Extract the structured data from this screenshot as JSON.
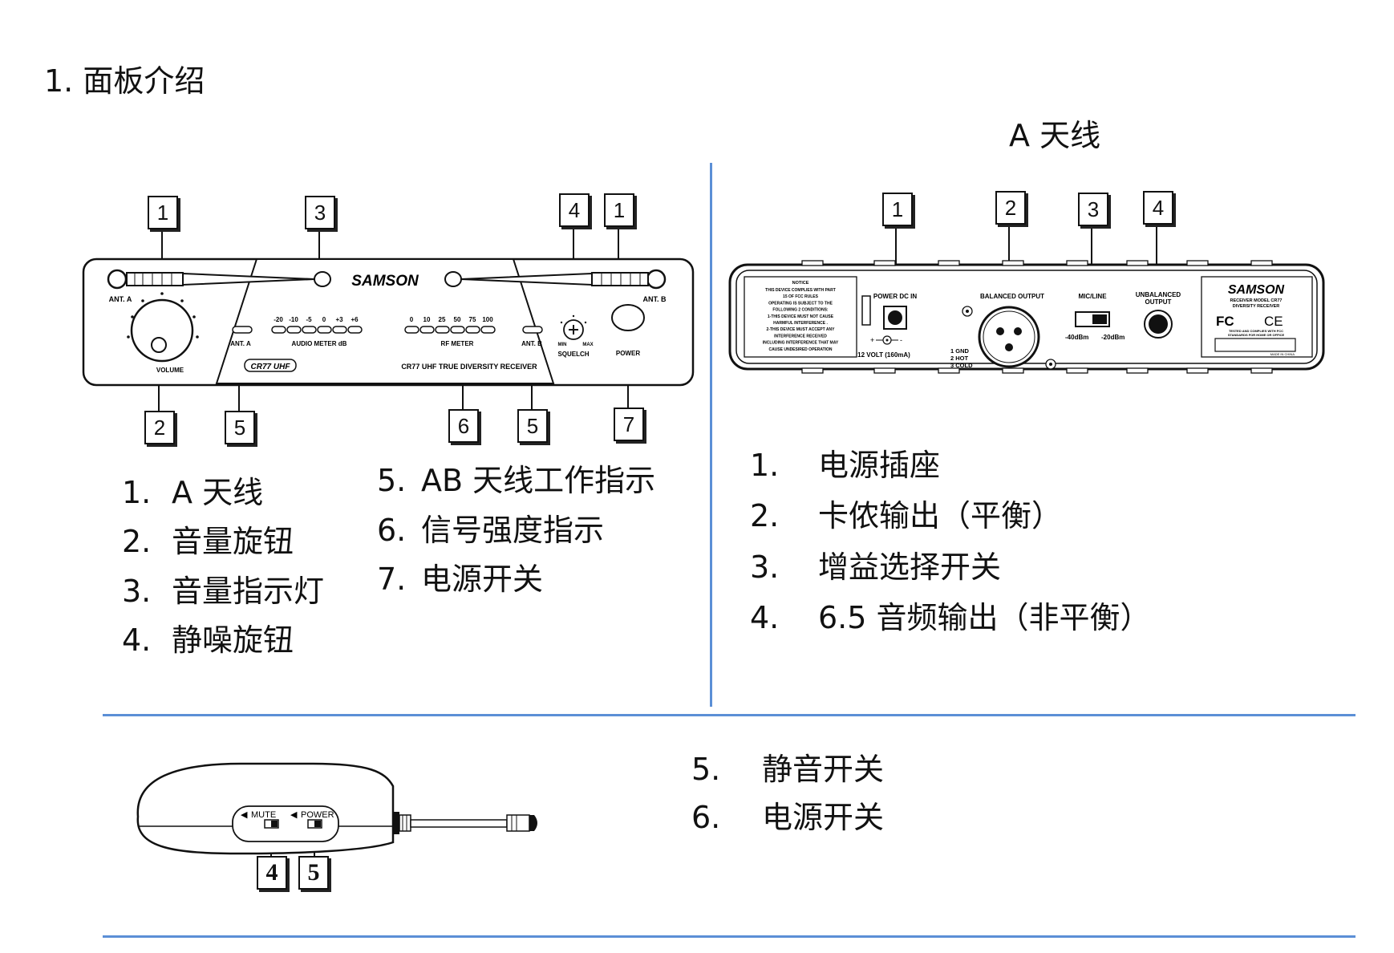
{
  "section_heading": "1. 面板介绍",
  "rear_heading": "A 天线",
  "front_panel": {
    "brand": "SAMSON",
    "ant_a": "ANT. A",
    "ant_b": "ANT. B",
    "volume": "VOLUME",
    "audio_scale": [
      "-20",
      "-10",
      "-5",
      "0",
      "+3",
      "+6"
    ],
    "audio_meter": "AUDIO METER dB",
    "rf_scale": [
      "0",
      "10",
      "25",
      "50",
      "75",
      "100"
    ],
    "rf_meter": "RF METER",
    "squelch": "SQUELCH",
    "min": "MIN",
    "max": "MAX",
    "power": "POWER",
    "model_logo": "CR77 UHF",
    "model_text": "CR77 UHF TRUE DIVERSITY RECEIVER",
    "callouts": [
      "1",
      "3",
      "4",
      "1",
      "2",
      "5",
      "6",
      "5",
      "7"
    ]
  },
  "rear_panel": {
    "notice_title": "NOTICE",
    "notice_lines": [
      "THIS DEVICE COMPLIES WITH PART",
      "15 OF FCC RULES",
      "OPERATING IS SUBJECT TO THE",
      "FOLLOWING 2 CONDITIONS:",
      "1-THIS DEVICE MUST NOT CAUSE",
      "HARMFUL INTERFERENCE .",
      "2-THIS DEVICE MUST ACCEPT ANY",
      "INTERFERENCE RECEIVED",
      "INCLUDING INTERFERENCE THAT MAY",
      "CAUSE UNDESIRED OPERATION"
    ],
    "power_dc_in": "POWER DC IN",
    "volt": "12 VOLT (160mA)",
    "balanced_output": "BALANCED OUTPUT",
    "pins": [
      "1 GND",
      "2 HOT",
      "3 COLD"
    ],
    "mic_line": "MIC/LINE",
    "gain_low": "-40dBm",
    "gain_high": "-20dBm",
    "unbalanced_output": [
      "UNBALANCED",
      "OUTPUT"
    ],
    "brand": "SAMSON",
    "model": [
      "RECEIVER MODEL CR77",
      "DIVERSITY RECEIVER"
    ],
    "fcc": "FC",
    "ce": "CE",
    "tested": [
      "TESTED AND COMPLIES WITH FCC",
      "STANDARDS FOR HOME OR OFFICE"
    ],
    "made_in": "MADE IN CHINA",
    "callouts": [
      "1",
      "2",
      "3",
      "4"
    ]
  },
  "transmitter": {
    "mute": "MUTE",
    "power": "POWER",
    "callouts": [
      "4",
      "5"
    ]
  },
  "front_list_left": [
    {
      "num": "1.",
      "text": "A 天线"
    },
    {
      "num": "2.",
      "text": "音量旋钮"
    },
    {
      "num": "3.",
      "text": "音量指示灯"
    },
    {
      "num": "4.",
      "text": "静噪旋钮"
    }
  ],
  "front_list_right": [
    {
      "num": "5.",
      "text": "AB 天线工作指示"
    },
    {
      "num": "6.",
      "text": "信号强度指示"
    },
    {
      "num": "7.",
      "text": "电源开关"
    }
  ],
  "rear_list": [
    {
      "num": "1.",
      "text": "电源插座"
    },
    {
      "num": "2.",
      "text": "卡侬输出（平衡）"
    },
    {
      "num": "3.",
      "text": "增益选择开关"
    },
    {
      "num": "4.",
      "text": "6.5 音频输出（非平衡）"
    }
  ],
  "transmitter_list": [
    {
      "num": "5.",
      "text": "静音开关"
    },
    {
      "num": "6.",
      "text": "电源开关"
    }
  ],
  "colors": {
    "rule": "#5b8fd6",
    "ink": "#111111"
  }
}
